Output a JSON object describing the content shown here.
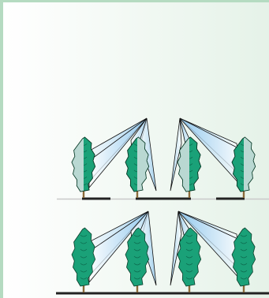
{
  "figure": {
    "colors": {
      "frame": "#b5dbc1",
      "panel_left": "#ffffff",
      "panel_right": "#e5f2e8",
      "ground": "#222222",
      "ground_thin": "#c9c9c9",
      "trunk": "#8b6a3a",
      "foliage": "#1aa178",
      "foliage_dark": "#0e6d50",
      "foliage_outline": "#0b3d2a",
      "foliage_shaded": "#b9d8d2",
      "beam_stroke": "#111111",
      "beam_fill_light": "#ffffff",
      "beam_fill_deep": "#8fc7ee"
    },
    "rows": [
      {
        "position": "top",
        "ground_style": "segmented",
        "trees": [
          {
            "shaded_side": "left"
          },
          {
            "shaded_side": "right"
          },
          {
            "shaded_side": "left"
          },
          {
            "shaded_side": "right"
          }
        ]
      },
      {
        "position": "bottom",
        "ground_style": "continuous",
        "trees": [
          {
            "shaded_side": "none"
          },
          {
            "shaded_side": "none"
          },
          {
            "shaded_side": "none"
          },
          {
            "shaded_side": "none"
          }
        ]
      }
    ],
    "beam_fans": [
      {
        "row": "top",
        "source": "top-left"
      },
      {
        "row": "top",
        "source": "top-right"
      },
      {
        "row": "bottom",
        "source": "top-left"
      },
      {
        "row": "bottom",
        "source": "top-right"
      }
    ]
  }
}
